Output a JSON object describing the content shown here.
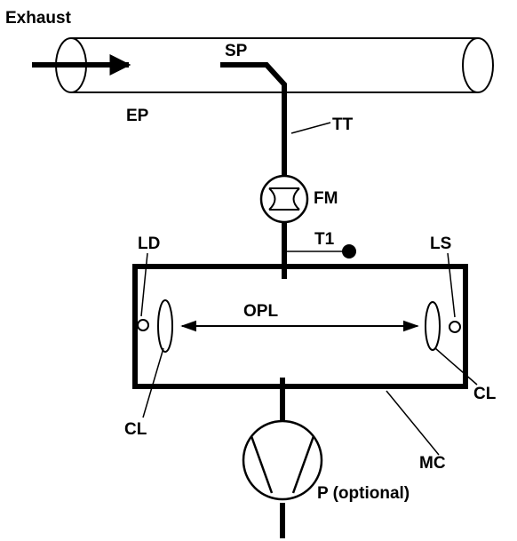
{
  "labels": {
    "exhaust": "Exhaust",
    "sp": "SP",
    "ep": "EP",
    "tt": "TT",
    "fm": "FM",
    "t1": "T1",
    "ld": "LD",
    "ls": "LS",
    "opl": "OPL",
    "cl_left": "CL",
    "cl_right": "CL",
    "mc": "MC",
    "pump": "P (optional)"
  },
  "colors": {
    "line": "#000000",
    "background": "#ffffff"
  }
}
